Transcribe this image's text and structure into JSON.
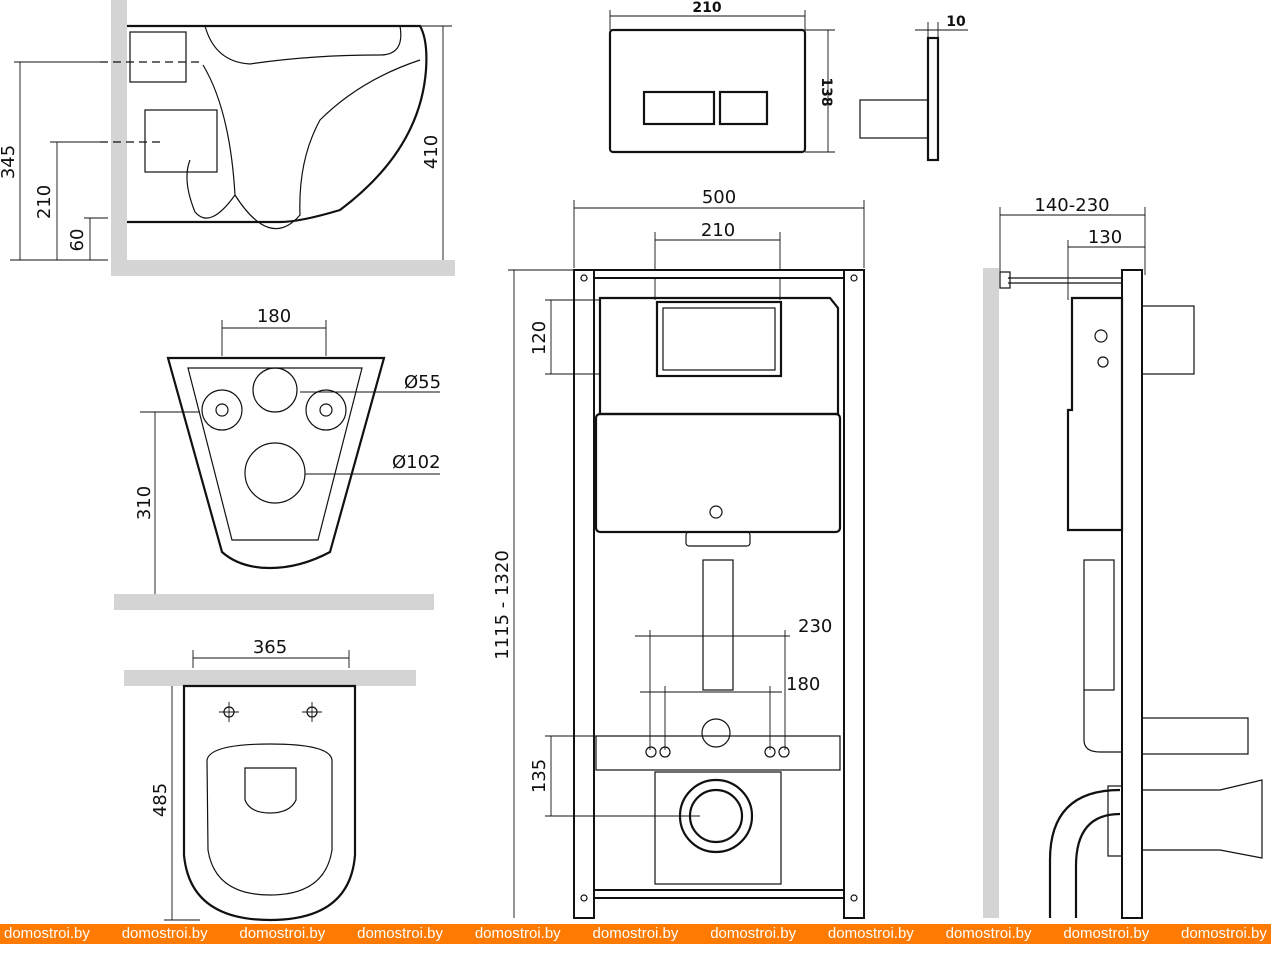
{
  "side_view": {
    "dims": {
      "overall_height": "345",
      "drain_height": "210",
      "floor_offset": "60",
      "bowl_height": "410"
    }
  },
  "bottom_view": {
    "dims": {
      "bolt_spacing": "180",
      "inlet_diameter": "Ø55",
      "outlet_diameter": "Ø102",
      "outlet_height": "310"
    }
  },
  "top_view": {
    "dims": {
      "width": "365",
      "length": "485"
    }
  },
  "flush_plate": {
    "dims": {
      "width": "210",
      "height": "138",
      "depth": "10"
    }
  },
  "frame_front": {
    "dims": {
      "frame_width": "500",
      "plate_opening": "210",
      "plate_height": "120",
      "frame_height": "1115 - 1320",
      "fix_spacing_outer": "230",
      "fix_spacing_inner": "180",
      "drain_height": "135"
    }
  },
  "frame_side": {
    "dims": {
      "depth_range": "140-230",
      "depth_min": "130"
    }
  },
  "watermark": {
    "items": [
      "domostroi.by",
      "domostroi.by",
      "domostroi.by",
      "domostroi.by",
      "domostroi.by",
      "domostroi.by",
      "domostroi.by",
      "domostroi.by",
      "domostroi.by",
      "domostroi.by",
      "domostroi.by"
    ]
  }
}
